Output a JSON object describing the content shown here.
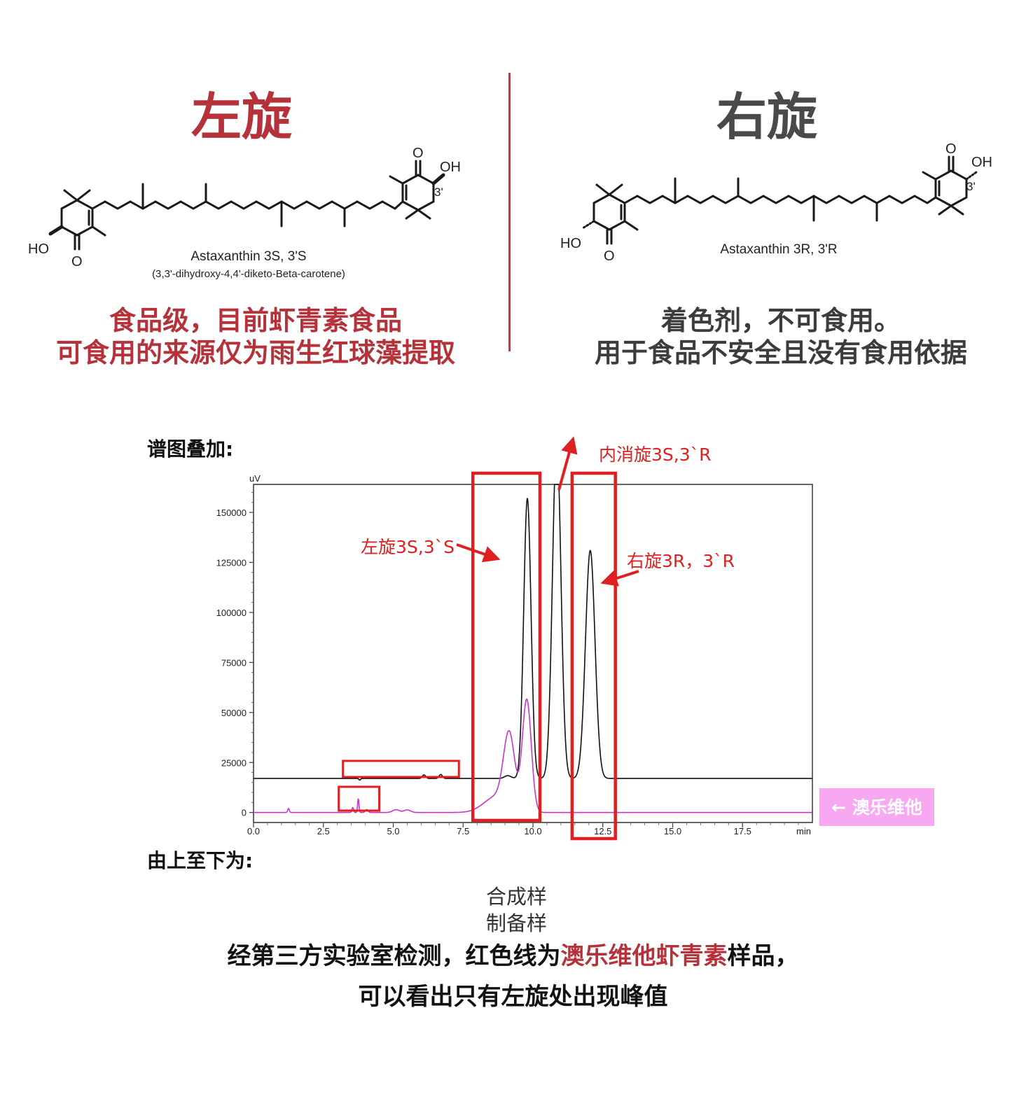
{
  "top": {
    "left_title": "左旋",
    "right_title": "右旋",
    "left_molecule": {
      "name": "Astaxanthin 3S, 3'S",
      "subname": "(3,3'-dihydroxy-4,4'-diketo-Beta-carotene)",
      "labels": {
        "ho": "HO",
        "o_left": "O",
        "o_right": "O",
        "oh": "OH",
        "pos": "3'"
      }
    },
    "right_molecule": {
      "name": "Astaxanthin 3R, 3'R",
      "labels": {
        "ho": "HO",
        "o_left": "O",
        "o_right": "O",
        "oh": "OH",
        "pos": "3'"
      }
    },
    "left_caption": [
      "食品级，目前虾青素食品",
      "可食用的来源仅为雨生红球藻提取"
    ],
    "right_caption": [
      "着色剂，不可食用。",
      "用于食品不安全且没有食用依据"
    ]
  },
  "chart_section_label": "谱图叠加:",
  "chart_data": {
    "type": "line",
    "xlabel": "min",
    "ylabel": "uV",
    "xlim": [
      0,
      20
    ],
    "ylim": [
      -5000,
      164000
    ],
    "xticks": [
      "0.0",
      "2.5",
      "5.0",
      "7.5",
      "10.0",
      "12.5",
      "15.0",
      "17.5"
    ],
    "yticks": [
      "0",
      "25000",
      "50000",
      "75000",
      "100000",
      "125000",
      "150000"
    ],
    "series": [
      {
        "color": "#111111",
        "baseline": 17000,
        "peaks": [
          {
            "rt": 3.8,
            "height": -800,
            "width": 0.03
          },
          {
            "rt": 6.1,
            "height": 1800,
            "width": 0.06
          },
          {
            "rt": 6.7,
            "height": 2000,
            "width": 0.06
          },
          {
            "rt": 9.1,
            "height": 1400,
            "width": 0.12
          },
          {
            "rt": 9.8,
            "height": 140000,
            "width": 0.13
          },
          {
            "rt": 10.85,
            "height": 170000,
            "width": 0.15
          },
          {
            "rt": 12.05,
            "height": 114000,
            "width": 0.17
          }
        ]
      },
      {
        "name": "澳乐维他",
        "color": "#cc33cc",
        "baseline": 0,
        "peaks": [
          {
            "rt": 1.25,
            "height": 2000,
            "width": 0.03
          },
          {
            "rt": 3.55,
            "height": 2500,
            "width": 0.03
          },
          {
            "rt": 3.75,
            "height": 6800,
            "width": 0.025
          },
          {
            "rt": 4.05,
            "height": 1500,
            "width": 0.05
          },
          {
            "rt": 5.1,
            "height": 1400,
            "width": 0.12
          },
          {
            "rt": 5.5,
            "height": 1300,
            "width": 0.12
          },
          {
            "rt": 8.7,
            "height": 8000,
            "width": 0.45
          },
          {
            "rt": 9.15,
            "height": 36000,
            "width": 0.2
          },
          {
            "rt": 9.78,
            "height": 56000,
            "width": 0.16
          }
        ]
      }
    ],
    "annotations": [
      {
        "text": "左旋3S,3`S"
      },
      {
        "text": "右旋3R，3`R"
      },
      {
        "text": "内消旋3S,3`R"
      }
    ],
    "legend_tag": "← 澳乐维他"
  },
  "bottom": {
    "order_label": "由上至下为:",
    "samples": [
      "合成样",
      "制备样"
    ],
    "summary_prefix": "经第三方实验室检测，红色线为",
    "summary_highlight": "澳乐维他虾青素",
    "summary_suffix": "样品，",
    "summary_line2": "可以看出只有左旋处出现峰值"
  },
  "colors": {
    "accent": "#b5323a",
    "annotation_red": "#e02020",
    "legend_pink": "#f7a8f0",
    "magenta_trace": "#cc33cc"
  }
}
